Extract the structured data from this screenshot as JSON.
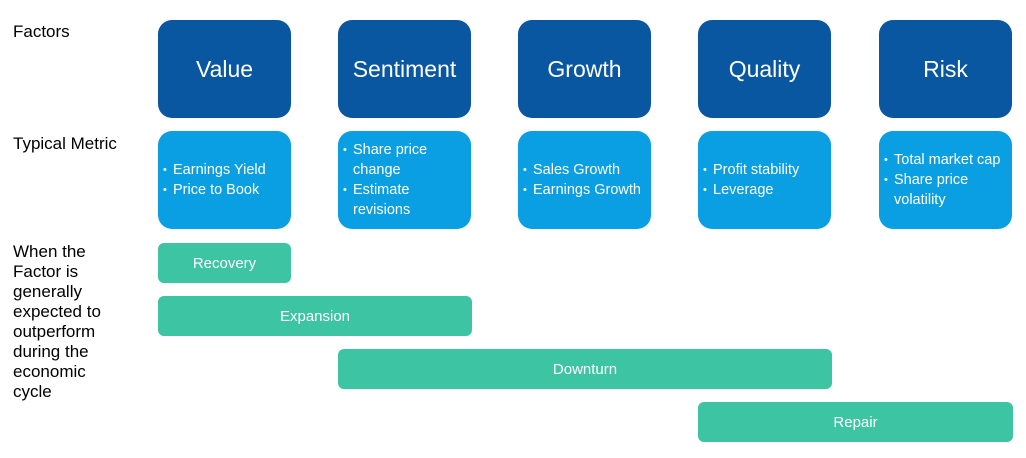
{
  "labels": {
    "factors": "Factors",
    "metric": "Typical Metric",
    "cycle": "When the Factor is generally expected to outperform during the economic cycle"
  },
  "factors": [
    {
      "name": "Value",
      "metrics": [
        "Earnings Yield",
        "Price to Book"
      ]
    },
    {
      "name": "Sentiment",
      "metrics": [
        "Share price change",
        "Estimate revisions"
      ]
    },
    {
      "name": "Growth",
      "metrics": [
        "Sales Growth",
        "Earnings Growth"
      ]
    },
    {
      "name": "Quality",
      "metrics": [
        "Profit stability",
        "Leverage"
      ]
    },
    {
      "name": "Risk",
      "metrics": [
        "Total market cap",
        "Share price volatility"
      ]
    }
  ],
  "phases": [
    "Recovery",
    "Expansion",
    "Downturn",
    "Repair"
  ],
  "colors": {
    "factor": "#0a57a1",
    "metric": "#0a9fe3",
    "phase": "#3cc4a3"
  }
}
